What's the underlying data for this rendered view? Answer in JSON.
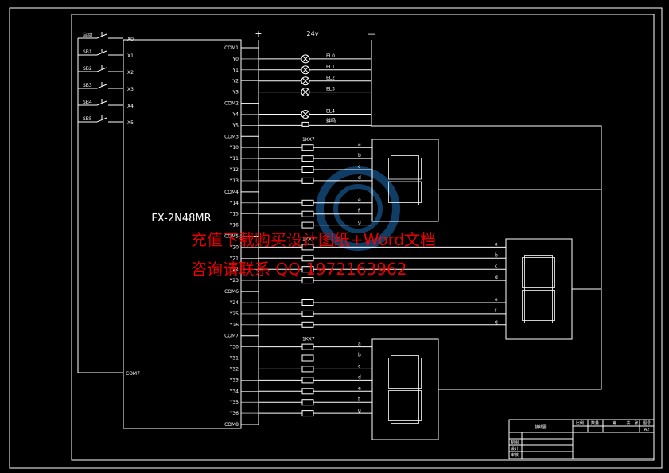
{
  "plc": {
    "model": "FX-2N48MR",
    "inputs": [
      {
        "sw": "启动",
        "x": "X0"
      },
      {
        "sw": "SB1",
        "x": "X1"
      },
      {
        "sw": "SB2",
        "x": "X2"
      },
      {
        "sw": "SB3",
        "x": "X3"
      },
      {
        "sw": "SB4",
        "x": "X4"
      },
      {
        "sw": "SB5",
        "x": "X5"
      }
    ],
    "input_common": "COM7",
    "outputs": [
      "COM1",
      "Y0",
      "Y1",
      "Y2",
      "Y3",
      "COM2",
      "Y4",
      "Y5",
      "COM3",
      "Y10",
      "Y11",
      "Y12",
      "Y13",
      "COM4",
      "Y14",
      "Y15",
      "Y16",
      "COM5",
      "Y20",
      "Y21",
      "Y22",
      "Y23",
      "COM6",
      "Y24",
      "Y25",
      "Y26",
      "COM7",
      "Y30",
      "Y31",
      "Y32",
      "Y33",
      "Y34",
      "Y35",
      "Y36",
      "COM8"
    ]
  },
  "power": {
    "plus": "+",
    "voltage": "24v",
    "minus": "—"
  },
  "lamps": [
    "EL0",
    "EL1",
    "EL2",
    "EL3",
    "EL4"
  ],
  "buzzer": "蜂鸣",
  "resistor_groups": [
    "1KX7",
    "1KX7",
    "1KX7"
  ],
  "segments": [
    "a",
    "b",
    "c",
    "d",
    "e",
    "f",
    "g"
  ],
  "watermark": {
    "line1": "充值下载购买设计图纸+Word文档",
    "line2": "咨询请联系 QQ 1972163962"
  },
  "title_block": {
    "drawing_name": "接线图",
    "ratio_label": "比例",
    "qty_label": "数量",
    "sheet_label": "第",
    "total_label": "共",
    "page_label": "张",
    "drawing_no_label": "图号",
    "size": "A2",
    "row_labels": [
      "制图",
      "设计",
      "审核"
    ]
  },
  "colors": {
    "line": "#ffffff",
    "text": "#ffffff",
    "watermark": "#ff0000",
    "logo": "#1e6fb8"
  }
}
